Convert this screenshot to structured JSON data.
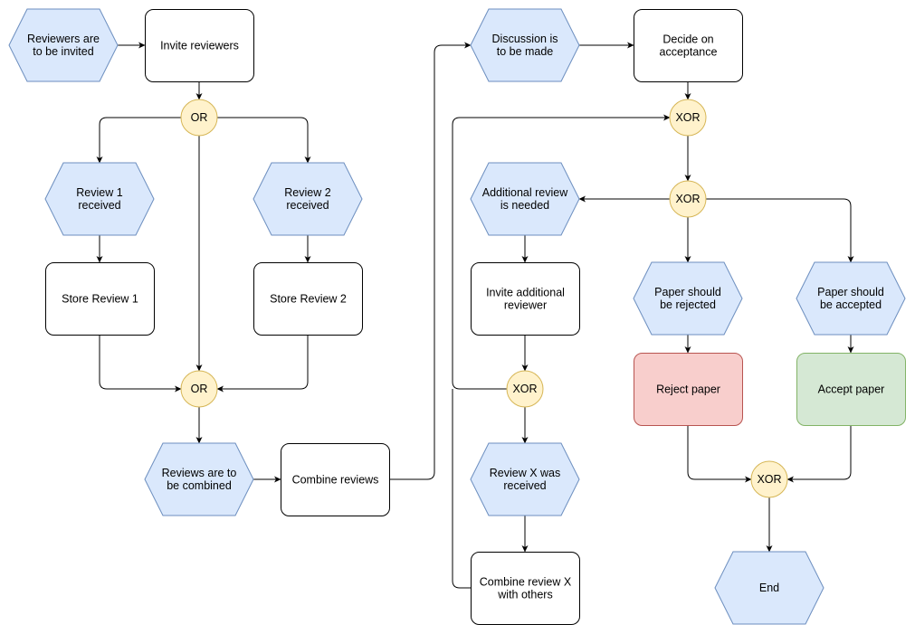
{
  "events": {
    "reviewers_to_invite": [
      "Reviewers are",
      "to be invited"
    ],
    "review1_received": [
      "Review 1",
      "received"
    ],
    "review2_received": [
      "Review 2",
      "received"
    ],
    "reviews_to_combine": [
      "Reviews are to",
      "be combined"
    ],
    "discussion_to_be_made": [
      "Discussion is",
      "to be made"
    ],
    "additional_review_needed": [
      "Additional review",
      "is needed"
    ],
    "review_x_received": [
      "Review X was",
      "received"
    ],
    "paper_should_be_rejected": [
      "Paper should",
      "be rejected"
    ],
    "paper_should_be_accepted": [
      "Paper should",
      "be accepted"
    ],
    "end": [
      "End"
    ]
  },
  "functions": {
    "invite_reviewers": [
      "Invite reviewers"
    ],
    "store_review1": [
      "Store Review 1"
    ],
    "store_review2": [
      "Store Review 2"
    ],
    "combine_reviews": [
      "Combine reviews"
    ],
    "decide_on_acceptance": [
      "Decide on",
      "acceptance"
    ],
    "invite_additional_reviewer": [
      "Invite additional",
      "reviewer"
    ],
    "combine_review_x": [
      "Combine review X",
      "with others"
    ],
    "reject_paper": [
      "Reject paper"
    ],
    "accept_paper": [
      "Accept paper"
    ]
  },
  "gateways": {
    "or_split": "OR",
    "or_join": "OR",
    "xor_merge": "XOR",
    "xor_decision": "XOR",
    "xor_loop": "XOR",
    "xor_end": "XOR"
  },
  "colors": {
    "event_fill": "#dae8fc",
    "event_stroke": "#6c8ebf",
    "gateway_fill": "#fff2cc",
    "gateway_stroke": "#d6b656",
    "reject_fill": "#f8cecc",
    "reject_stroke": "#b85450",
    "accept_fill": "#d5e8d4",
    "accept_stroke": "#82b366",
    "function_fill": "#ffffff",
    "function_stroke": "#000000"
  }
}
